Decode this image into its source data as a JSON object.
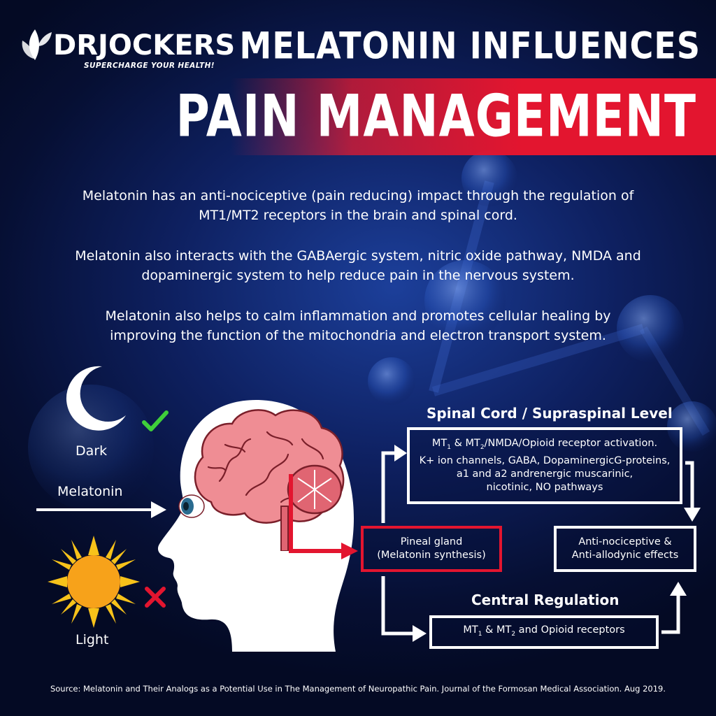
{
  "logo": {
    "name": "DRJOCKERS",
    "tagline": "SUPERCHARGE YOUR HEALTH!"
  },
  "title": {
    "line1": "MELATONIN INFLUENCES",
    "line2": "PAIN MANAGEMENT"
  },
  "paragraphs": [
    "Melatonin has an anti-nociceptive (pain reducing) impact through the regulation of MT1/MT2 receptors in the brain and spinal cord.",
    "Melatonin also interacts with the GABAergic system, nitric oxide pathway, NMDA and dopaminergic system to help reduce pain in the nervous system.",
    "Melatonin also helps to calm inflammation and promotes cellular healing by improving the function of the mitochondria and electron transport system."
  ],
  "left_panel": {
    "dark_label": "Dark",
    "melatonin_label": "Melatonin",
    "light_label": "Light"
  },
  "flow": {
    "spinal_heading": "Spinal Cord / Supraspinal Level",
    "spinal_box": {
      "mt1_a": "MT",
      "mt1_sub": "1",
      "mid": " & MT",
      "mt2_sub": "2",
      "rest": "/NMDA/Opioid receptor activation.",
      "line2": "K+ ion channels, GABA, DopaminergicG-proteins,",
      "line3": "a1 and a2 andrenergic muscarinic,",
      "line4": "nicotinic, NO pathways"
    },
    "pineal_box": {
      "line1": "Pineal gland",
      "line2": "(Melatonin synthesis)"
    },
    "effects_box": {
      "line1": "Anti-nociceptive &",
      "line2": "Anti-allodynic effects"
    },
    "central_heading": "Central Regulation",
    "central_box": {
      "a": "MT",
      "sub1": "1",
      "b": " & MT",
      "sub2": "2",
      "c": " and Opioid receptors"
    }
  },
  "source": "Source: Melatonin and Their Analogs as a Potential Use in The Management of Neuropathic Pain. Journal of the Formosan Medical Association. Aug 2019.",
  "colors": {
    "background": "#0e2060",
    "accent_red": "#e3152f",
    "check_green": "#3fcf3a",
    "sun_yellow": "#f7c21a",
    "brain_pink": "#ef8d94"
  },
  "icons": [
    "leaf-logo-icon",
    "moon-icon",
    "check-icon",
    "sun-icon",
    "cross-icon",
    "brain-icon",
    "head-silhouette-icon"
  ]
}
